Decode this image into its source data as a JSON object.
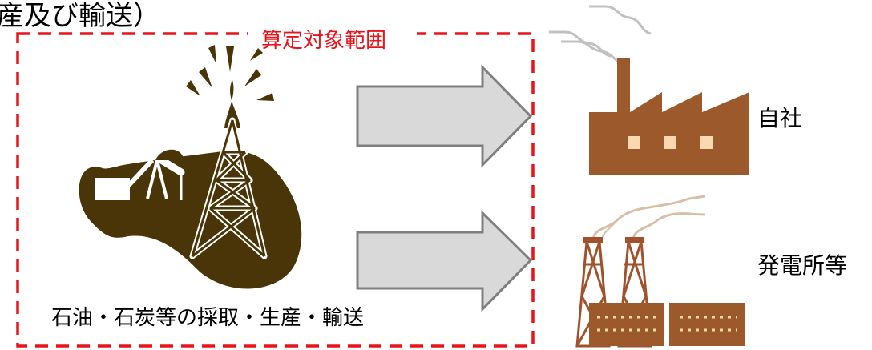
{
  "heading": "産及び輸送）",
  "boundary_label": "算定対象範囲",
  "process_caption": "石油・石炭等の採取・生産・輸送",
  "destinations": {
    "company": "自社",
    "power_plant": "発電所等"
  },
  "colors": {
    "boundary_dashed": "#e8141b",
    "boundary_label": "#e8141b",
    "oil_silhouette": "#4a3508",
    "arrow_fill": "#d9d9d9",
    "arrow_stroke": "#7f7f7f",
    "factory": "#9c5a2c",
    "factory_windows": "#fbd9b0",
    "smoke": "#c0c0c0",
    "power_tower": "#a0522d",
    "power_smoke": "#d6bfa6"
  }
}
